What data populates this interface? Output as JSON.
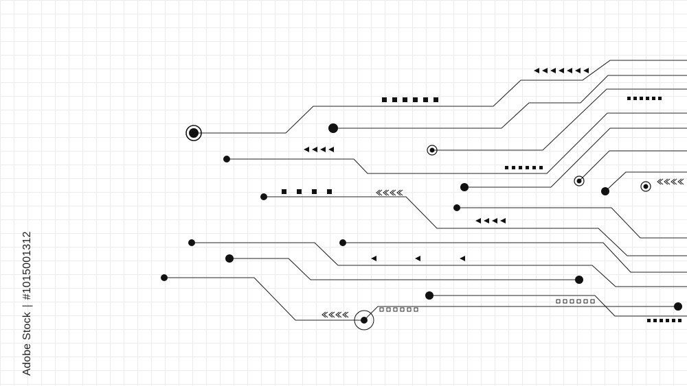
{
  "stock_label": {
    "brand": "Adobe Stock",
    "separator": "|",
    "id": "#1015001312"
  },
  "icons": {
    "terminal_dot": "filled-circle",
    "terminal_ring": "ringed-circle",
    "arrow_marker": "left-triangle",
    "chevron_marker": "left-chevron",
    "block_marker": "filled-square",
    "hollow_block_marker": "hollow-square"
  },
  "colors": {
    "background": "#ffffff",
    "grid": "#ececec",
    "trace": "#222222",
    "marker": "#111111"
  }
}
